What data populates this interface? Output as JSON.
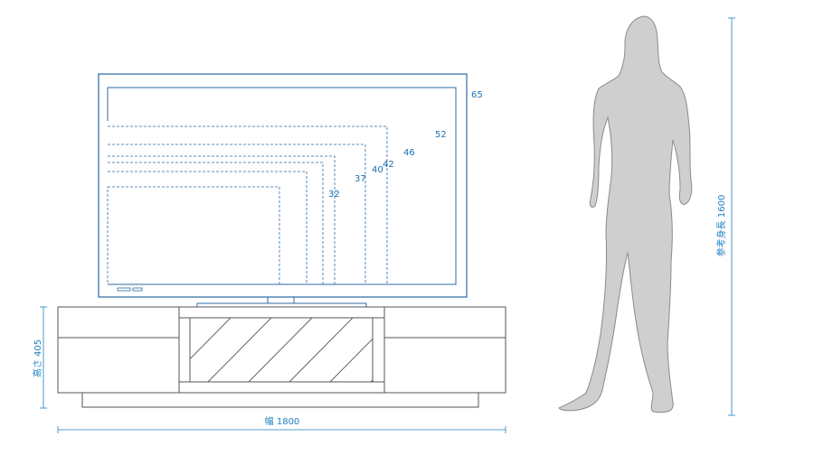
{
  "tv_sizes": [
    "65",
    "52",
    "46",
    "42",
    "40",
    "37",
    "32"
  ],
  "dimensions": {
    "width_label": "幅 1800",
    "height_label": "高さ 405",
    "reference_height_label": "参考身長 1600"
  },
  "colors": {
    "dimension": "#1b7fc0",
    "tv_outline": "#2c6aa4",
    "cabinet_outline": "#555555",
    "silhouette_fill": "#cfcfcf",
    "silhouette_stroke": "#8a8a8a"
  }
}
